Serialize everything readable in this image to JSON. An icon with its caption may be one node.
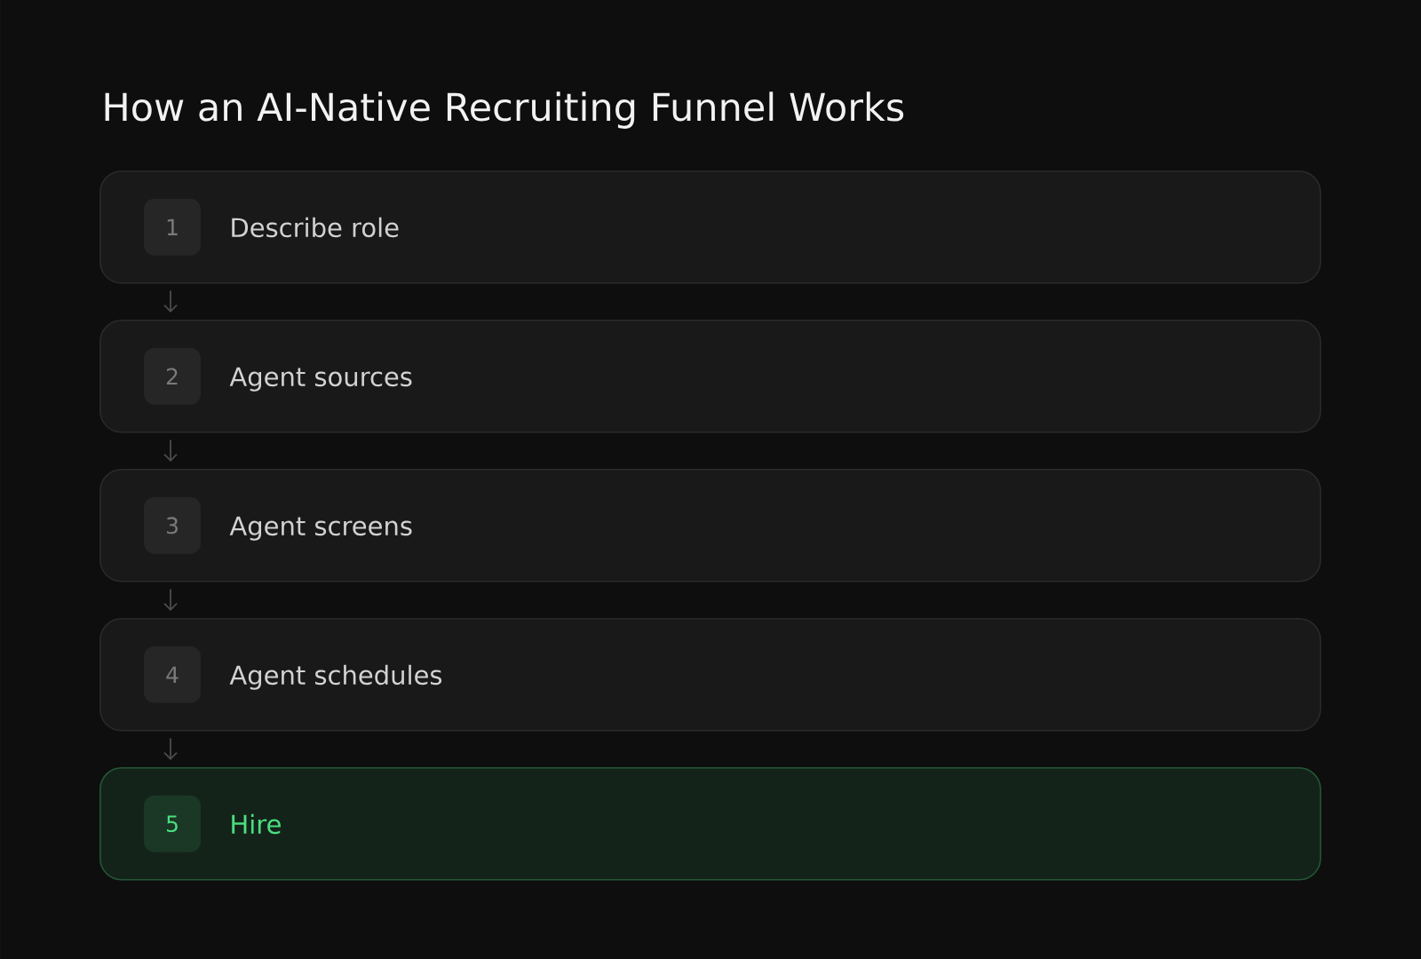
{
  "diagram": {
    "title": "How an AI-Native Recruiting Funnel Works",
    "nodes": [
      {
        "text": [
          "Describe role"
        ]
      },
      {
        "text": [
          "1"
        ],
        "in": 0
      },
      {
        "text": [
          "Agent sources"
        ]
      },
      {
        "text": [
          "2"
        ],
        "in": 2
      },
      {
        "text": [
          "Agent screens"
        ]
      },
      {
        "text": [
          "3"
        ],
        "in": 4
      },
      {
        "text": [
          "Agent schedules"
        ]
      },
      {
        "text": [
          "4"
        ],
        "in": 6
      },
      {
        "text": [
          "Hire"
        ]
      },
      {
        "text": [
          "5"
        ],
        "in": 8
      }
    ],
    "edges": [
      {
        "from": 0,
        "to": 2,
        "arrow": "to"
      },
      {
        "from": 2,
        "to": 4,
        "arrow": "to"
      },
      {
        "from": 4,
        "to": 6,
        "arrow": "to"
      },
      {
        "from": 6,
        "to": 8,
        "arrow": "to"
      }
    ]
  }
}
